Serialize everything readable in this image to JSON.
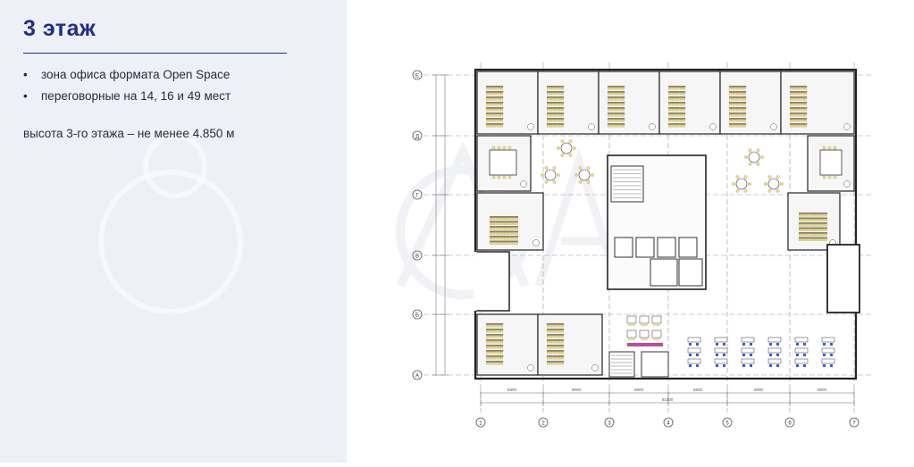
{
  "heading": "3 этаж",
  "features": [
    "зона офиса формата Open Space",
    "переговорные на 14, 16 и 49 мест"
  ],
  "height_note": "высота 3-го этажа – не менее 4.850 м",
  "plan": {
    "row_axes": [
      "E",
      "Д",
      "Г",
      "В",
      "Б",
      "А"
    ],
    "column_axes": [
      "1",
      "2",
      "3",
      "4",
      "5",
      "6",
      "7"
    ],
    "column_spans": [
      "9300",
      "9000",
      "6600",
      "6600",
      "9000",
      "9000"
    ],
    "total_width": "51300",
    "colors": {
      "wall": "#222222",
      "grid": "#9a9a9a",
      "seat": "#e7dc8c",
      "desk_blue": "#3b5bd6",
      "room_fill": "#f6f6f6"
    }
  }
}
